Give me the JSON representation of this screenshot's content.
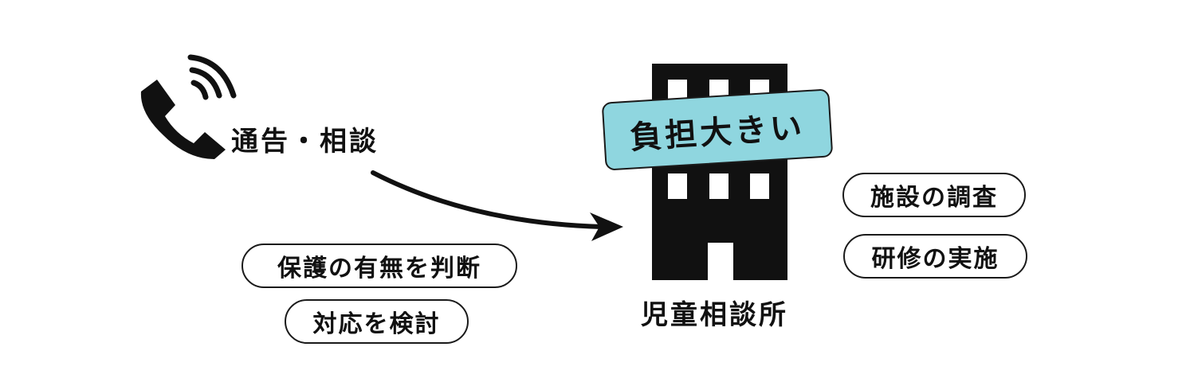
{
  "phone": {
    "icon": "phone-ringing-icon",
    "label": "通告・相談"
  },
  "left_actions": [
    "保護の有無を判断",
    "対応を検討"
  ],
  "center": {
    "icon": "office-building-icon",
    "label": "児童相談所",
    "burden_label": "負担大きい",
    "burden_color": "#8fd6df"
  },
  "right_actions": [
    "施設の調査",
    "研修の実施"
  ]
}
